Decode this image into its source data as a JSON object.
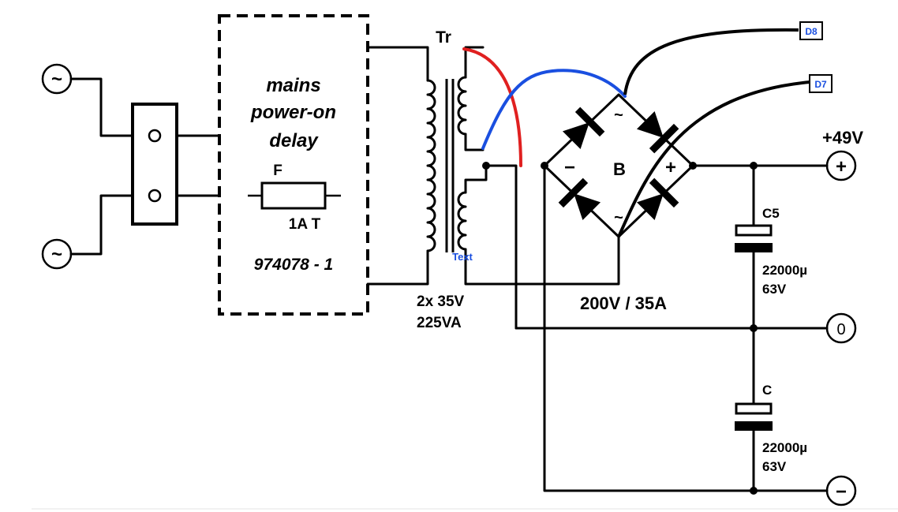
{
  "delay_block": {
    "line1": "mains",
    "line2": "power-on",
    "line3": "delay",
    "part_no": "974078 - 1"
  },
  "fuse": {
    "ref": "F",
    "value": "1A T"
  },
  "transformer": {
    "ref": "Tr",
    "rating_line1": "2x 35V",
    "rating_line2": "225VA",
    "text_label": "Text"
  },
  "bridge": {
    "ref": "B",
    "minus_sign": "−",
    "plus_sign": "+",
    "ac1": "~",
    "ac2": "~",
    "rating": "200V / 35A"
  },
  "connectors": {
    "d8": "D8",
    "d7": "D7"
  },
  "outputs": {
    "pos_voltage": "+49V",
    "pos_symbol": "+",
    "gnd_symbol": "0",
    "neg_symbol": "−"
  },
  "capacitors": {
    "c_top": {
      "ref": "C5",
      "value": "22000µ",
      "voltage": "63V"
    },
    "c_bottom": {
      "ref": "C",
      "value": "22000µ",
      "voltage": "63V"
    }
  },
  "mains_inputs": {
    "symbol": "~"
  },
  "colors": {
    "red_wire": "#e02020",
    "blue_wire": "#1a4fe0",
    "label_blue": "#1a4fe0",
    "wire": "#000000"
  }
}
